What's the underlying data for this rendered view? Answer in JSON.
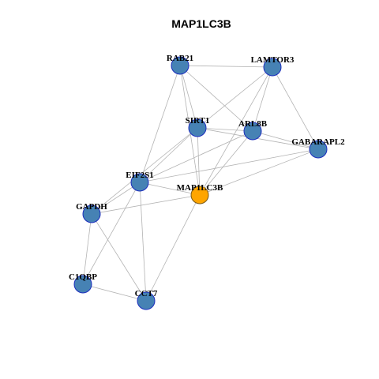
{
  "title": "MAP1LC3B",
  "colors": {
    "node_fill": "#4682B4",
    "node_stroke": "#1C2DBE",
    "focus_fill": "#FFA500",
    "focus_stroke": "#7A5A1A",
    "edge": "#B3B3B3"
  },
  "nodes": [
    {
      "id": "RAB21",
      "label": "RAB21",
      "focus": false
    },
    {
      "id": "LAMTOR3",
      "label": "LAMTOR3",
      "focus": false
    },
    {
      "id": "SIRT1",
      "label": "SIRT1",
      "focus": false
    },
    {
      "id": "ARL8B",
      "label": "ARL8B",
      "focus": false
    },
    {
      "id": "GABARAPL2",
      "label": "GABARAPL2",
      "focus": false
    },
    {
      "id": "EIF2S1",
      "label": "EIF2S1",
      "focus": false
    },
    {
      "id": "MAP1LC3B",
      "label": "MAP1LC3B",
      "focus": true
    },
    {
      "id": "GAPDH",
      "label": "GAPDH",
      "focus": false
    },
    {
      "id": "C1QBP",
      "label": "C1QBP",
      "focus": false
    },
    {
      "id": "CCT7",
      "label": "CCT7",
      "focus": false
    }
  ],
  "edges": [
    [
      "RAB21",
      "LAMTOR3"
    ],
    [
      "RAB21",
      "SIRT1"
    ],
    [
      "RAB21",
      "ARL8B"
    ],
    [
      "RAB21",
      "EIF2S1"
    ],
    [
      "RAB21",
      "MAP1LC3B"
    ],
    [
      "LAMTOR3",
      "SIRT1"
    ],
    [
      "LAMTOR3",
      "ARL8B"
    ],
    [
      "LAMTOR3",
      "GABARAPL2"
    ],
    [
      "LAMTOR3",
      "MAP1LC3B"
    ],
    [
      "SIRT1",
      "ARL8B"
    ],
    [
      "SIRT1",
      "GABARAPL2"
    ],
    [
      "SIRT1",
      "EIF2S1"
    ],
    [
      "SIRT1",
      "MAP1LC3B"
    ],
    [
      "SIRT1",
      "GAPDH"
    ],
    [
      "ARL8B",
      "GABARAPL2"
    ],
    [
      "ARL8B",
      "MAP1LC3B"
    ],
    [
      "ARL8B",
      "EIF2S1"
    ],
    [
      "GABARAPL2",
      "MAP1LC3B"
    ],
    [
      "GABARAPL2",
      "EIF2S1"
    ],
    [
      "EIF2S1",
      "MAP1LC3B"
    ],
    [
      "EIF2S1",
      "GAPDH"
    ],
    [
      "EIF2S1",
      "C1QBP"
    ],
    [
      "EIF2S1",
      "CCT7"
    ],
    [
      "MAP1LC3B",
      "GAPDH"
    ],
    [
      "MAP1LC3B",
      "CCT7"
    ],
    [
      "GAPDH",
      "C1QBP"
    ],
    [
      "GAPDH",
      "CCT7"
    ],
    [
      "C1QBP",
      "CCT7"
    ]
  ]
}
